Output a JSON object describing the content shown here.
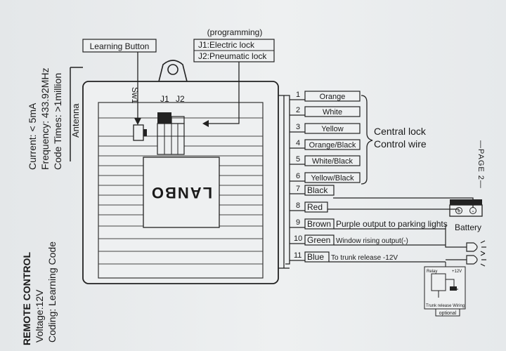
{
  "left_panel": {
    "title": "REMOTE CONTROL",
    "voltage": "Voltage:12V",
    "coding": "Coding: Learning Code",
    "current": "Current:  < 5mA",
    "frequency": "Frequency: 433.92MHz",
    "code_times": "Code Times: >1million"
  },
  "antenna_label": "Antenna",
  "page_label": "—PAGE 2—",
  "learning_button_label": "Learning Button",
  "programming": {
    "title": "(programming)",
    "j1": "J1:Electric lock",
    "j2": "J2:Pneumatic lock"
  },
  "module": {
    "sw_label": "Sw1",
    "j1_label": "J1",
    "j2_label": "J2",
    "brand": "LANBO"
  },
  "wires": [
    {
      "num": "1",
      "color": "Orange",
      "desc": ""
    },
    {
      "num": "2",
      "color": "White",
      "desc": ""
    },
    {
      "num": "3",
      "color": "Yellow",
      "desc": ""
    },
    {
      "num": "4",
      "color": "Orange/Black",
      "desc": ""
    },
    {
      "num": "5",
      "color": "White/Black",
      "desc": ""
    },
    {
      "num": "6",
      "color": "Yellow/Black",
      "desc": ""
    },
    {
      "num": "7",
      "color": "Black",
      "desc": ""
    },
    {
      "num": "8",
      "color": "Red",
      "desc": ""
    },
    {
      "num": "9",
      "color": "Brown",
      "desc": "Purple output to parking lights"
    },
    {
      "num": "10",
      "color": "Green",
      "desc": "Window rising output(-)"
    },
    {
      "num": "11",
      "color": "Blue",
      "desc": "To trunk release -12V"
    }
  ],
  "central_lock": {
    "line1": "Central lock",
    "line2": "Control wire"
  },
  "battery_label": "Battery",
  "battery_plus": "+",
  "battery_minus": "-",
  "relay": {
    "relay_label": "Relay",
    "v12": "+12V",
    "trunk_label": "Trunk release Wiring",
    "optional": "optional"
  }
}
